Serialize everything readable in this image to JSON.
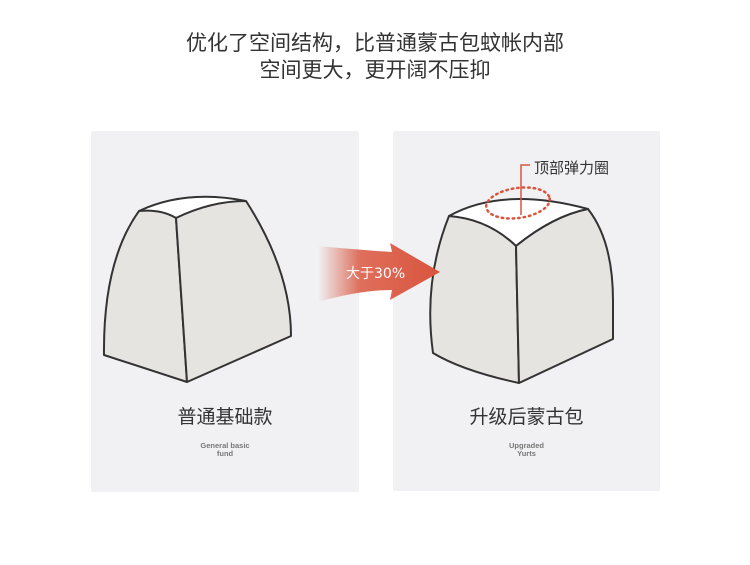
{
  "headline": {
    "line1": "优化了空间结构，比普通蒙古包蚊帐内部",
    "line2": "空间更大，更开阔不压抑"
  },
  "comparison": {
    "left": {
      "title": "普通基础款",
      "subtitle_line1": "General basic",
      "subtitle_line2": "fund",
      "icon": "dome-tent-icon"
    },
    "right": {
      "title": "升级后蒙古包",
      "subtitle_line1": "Upgraded",
      "subtitle_line2": "Yurts",
      "icon": "yurt-tent-icon",
      "callout": "顶部弹力圈"
    },
    "arrow": {
      "label": "大于30%",
      "color": "#d9553e"
    }
  },
  "colors": {
    "panel_bg": "#f1f1f3",
    "tent_fill": "#e6e4e1",
    "tent_stroke": "#333333",
    "accent": "#d9553e"
  }
}
